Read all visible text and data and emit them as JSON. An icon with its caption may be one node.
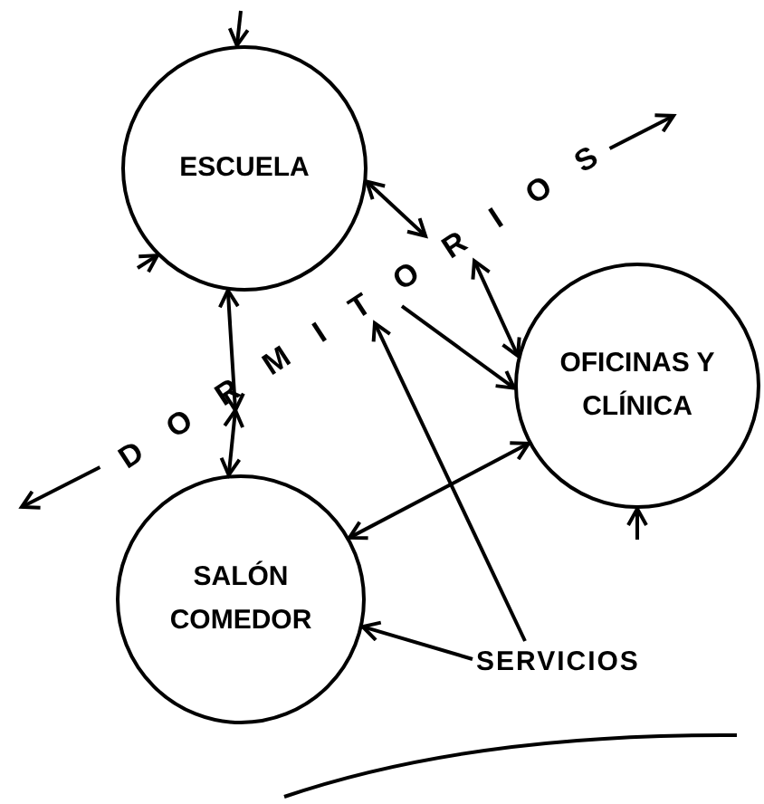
{
  "diagram": {
    "nodes": [
      {
        "text": [
          "ESCUELA"
        ]
      },
      {
        "text": [
          "OFICINAS Y CLÍNICA"
        ]
      },
      {
        "text": [
          "SALÓN COMEDOR"
        ]
      },
      {
        "text": [
          "DORMITORIOS"
        ]
      },
      {
        "text": [
          "SERVICIOS"
        ]
      }
    ],
    "edges": [
      {
        "from": null,
        "to": 0,
        "arrow": "to"
      },
      {
        "from": null,
        "to": 0,
        "arrow": "to"
      },
      {
        "from": 0,
        "to": 3,
        "arrow": "both"
      },
      {
        "from": 3,
        "to": 1,
        "arrow": "both"
      },
      {
        "from": 0,
        "to": 3,
        "arrow": "both"
      },
      {
        "from": 3,
        "to": 2,
        "arrow": "both"
      },
      {
        "from": 3,
        "to": 1,
        "arrow": "to"
      },
      {
        "from": 2,
        "to": 1,
        "arrow": "both"
      },
      {
        "from": 4,
        "to": 3,
        "arrow": "to"
      },
      {
        "from": 4,
        "to": 2,
        "arrow": "to"
      },
      {
        "from": null,
        "to": 1,
        "arrow": "to"
      },
      {
        "from": 3,
        "to": null,
        "arrow": "to"
      },
      {
        "from": 3,
        "to": null,
        "arrow": "to"
      }
    ]
  }
}
